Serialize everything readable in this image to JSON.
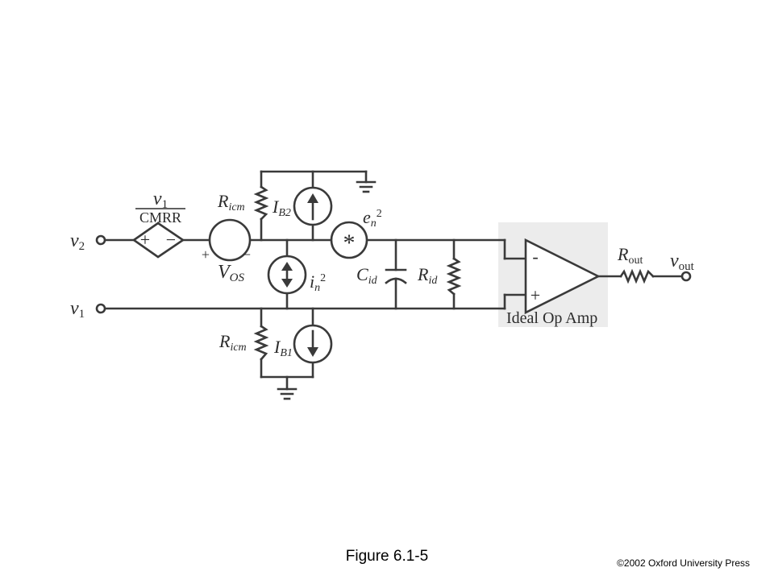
{
  "figure": {
    "caption": "Figure 6.1-5",
    "copyright": "©2002 Oxford University Press"
  },
  "labels": {
    "v2": {
      "sym": "v",
      "sub": "2"
    },
    "v1": {
      "sym": "v",
      "sub": "1"
    },
    "cmrr_num": {
      "sym": "v",
      "sub": "1"
    },
    "cmrr_den": "CMRR",
    "source_plus": "+",
    "source_minus": "−",
    "vos_plus": "+",
    "vos_minus": "−",
    "vos": {
      "sym": "V",
      "sub": "OS"
    },
    "ricm_top": {
      "sym": "R",
      "sub": "icm"
    },
    "ricm_bottom": {
      "sym": "R",
      "sub": "icm"
    },
    "ib2": {
      "sym": "I",
      "sub": "B2"
    },
    "ib1": {
      "sym": "I",
      "sub": "B1"
    },
    "in2": {
      "sym": "i",
      "sub": "n",
      "sup": "2"
    },
    "en2": {
      "sym": "e",
      "sub": "n",
      "sup": "2"
    },
    "noise_star": "*",
    "cid": {
      "sym": "C",
      "sub": "id"
    },
    "rid": {
      "sym": "R",
      "sub": "id"
    },
    "opamp_minus": "-",
    "opamp_plus": "+",
    "opamp_label": "Ideal Op Amp",
    "rout": {
      "sym": "R",
      "sub": "out"
    },
    "vout": {
      "sym": "v",
      "sub": "out"
    }
  },
  "colors": {
    "wire": "#3a3a3a",
    "opamp_background": "#ececec"
  }
}
